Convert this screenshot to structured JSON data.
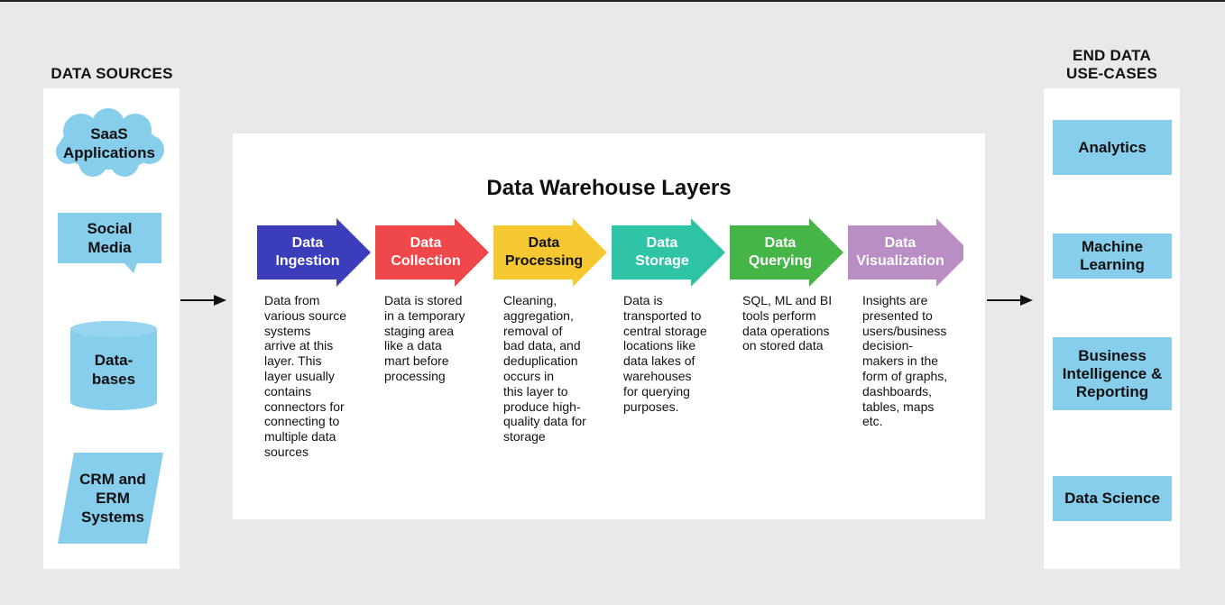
{
  "data_sources": {
    "title": "DATA SOURCES",
    "items": [
      {
        "label": "SaaS\nApplications",
        "shape": "cloud"
      },
      {
        "label": "Social\nMedia",
        "shape": "speech-bubble"
      },
      {
        "label": "Data-\nbases",
        "shape": "cylinder"
      },
      {
        "label": "CRM and\nERM\nSystems",
        "shape": "parallelogram"
      }
    ],
    "shape_color": "#87cdec"
  },
  "warehouse": {
    "title": "Data Warehouse Layers",
    "layers": [
      {
        "label": "Data\nIngestion",
        "color": "#3b3dbb",
        "description": "Data from\nvarious source\nsystems\narrive at this\nlayer. This\nlayer usually\ncontains\nconnectors for\nconnecting to\nmultiple data\nsources"
      },
      {
        "label": "Data\nCollection",
        "color": "#f0484a",
        "description": "Data is stored\nin a temporary\nstaging area\nlike a data\nmart before\nprocessing"
      },
      {
        "label": "Data\nProcessing",
        "color": "#f5c832",
        "description": "Cleaning,\naggregation,\nremoval of\nbad data, and\ndeduplication\noccurs in\nthis layer to\nproduce high-\nquality data for\nstorage"
      },
      {
        "label": "Data\nStorage",
        "color": "#30c4a6",
        "description": "Data is\ntransported to\ncentral storage\nlocations like\ndata lakes of\nwarehouses\nfor querying\npurposes."
      },
      {
        "label": "Data\nQuerying",
        "color": "#46b548",
        "description": "SQL, ML and BI\ntools perform\ndata operations\non stored data"
      },
      {
        "label": "Data\nVisualization",
        "color": "#b88ec4",
        "description": "Insights are\npresented to\nusers/business\ndecision-\nmakers in the\nform of graphs,\ndashboards,\ntables, maps\netc."
      }
    ]
  },
  "use_cases": {
    "title": "END DATA\nUSE-CASES",
    "items": [
      {
        "label": "Analytics"
      },
      {
        "label": "Machine\nLearning"
      },
      {
        "label": "Business\nIntelligence &\nReporting"
      },
      {
        "label": "Data Science"
      }
    ],
    "box_color": "#87cdec"
  },
  "connectors": [
    {
      "icon": "arrow-right-icon"
    },
    {
      "icon": "arrow-right-icon"
    }
  ]
}
